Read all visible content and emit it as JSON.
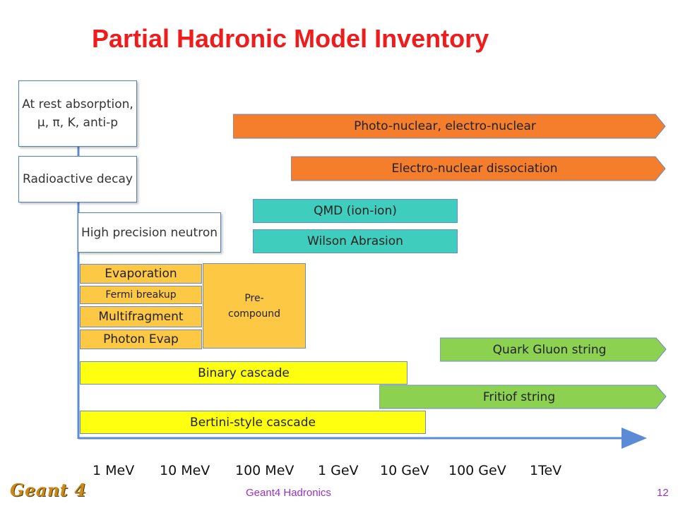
{
  "title": "Partial Hadronic Model Inventory",
  "boxes": {
    "at_rest": "At rest absorption, μ, π, K, anti-p",
    "radioactive": "Radioactive decay",
    "high_precision": "High precision neutron"
  },
  "bars": {
    "photo_nuclear": "Photo-nuclear, electro-nuclear",
    "electro_dissociation": "Electro-nuclear dissociation",
    "qmd": "QMD (ion-ion)",
    "wilson": "Wilson Abrasion",
    "evaporation": "Evaporation",
    "fermi": "Fermi breakup",
    "multifragment": "Multifragment",
    "photon_evap": "Photon Evap",
    "precompound": "Pre-\ncompound",
    "quark_gluon": "Quark Gluon string",
    "binary": "Binary cascade",
    "fritiof": "Fritiof string",
    "bertini": "Bertini-style cascade"
  },
  "axis": {
    "ticks": [
      "1 MeV",
      "10 MeV",
      "100 MeV",
      "1 GeV",
      "10 GeV",
      "100 GeV",
      "1TeV"
    ]
  },
  "footer": {
    "logo": "Geant 4",
    "center": "Geant4 Hadronics",
    "page": "12"
  },
  "colors": {
    "title": "#ee1c1c",
    "orange": "#f47e2b",
    "teal": "#3fcdbe",
    "green": "#8cd250",
    "yellow": "#ffff10",
    "precompound": "#fdc844",
    "axis": "#5b8bd6"
  }
}
